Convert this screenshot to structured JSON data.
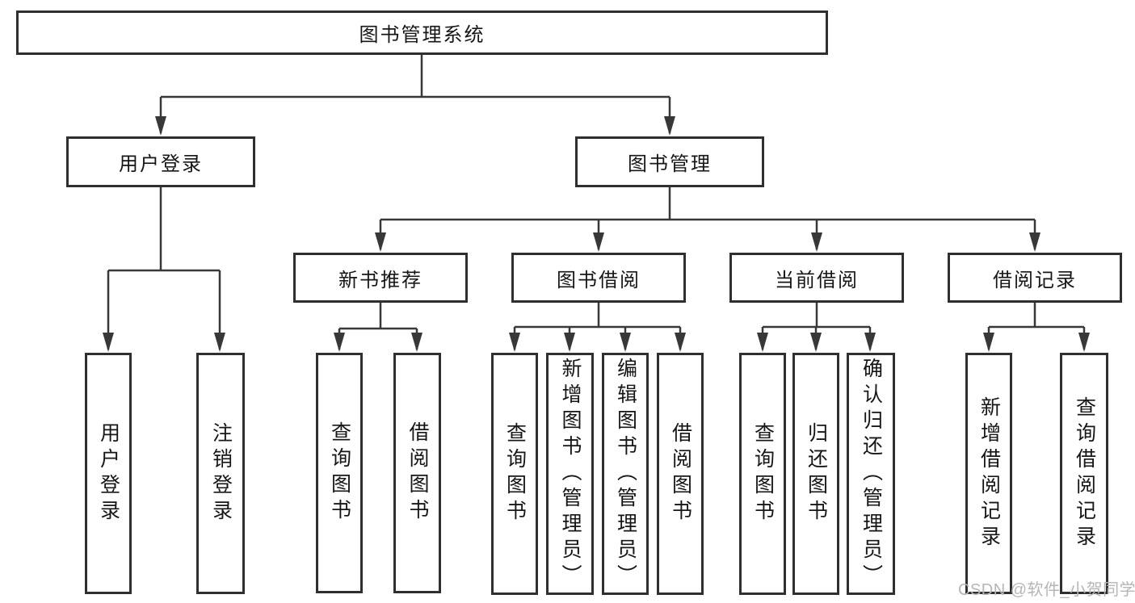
{
  "diagram": {
    "title": "图书管理系统",
    "tree": {
      "root": {
        "label": "图书管理系统"
      },
      "level2": {
        "user_login": {
          "label": "用户登录"
        },
        "book_management": {
          "label": "图书管理"
        }
      },
      "level3": {
        "new_book_recommend": {
          "label": "新书推荐"
        },
        "book_borrowing": {
          "label": "图书借阅"
        },
        "current_borrowing": {
          "label": "当前借阅"
        },
        "borrowing_records": {
          "label": "借阅记录"
        }
      },
      "leaves": {
        "user_login": [
          {
            "label": "用户登录"
          },
          {
            "label": "注销登录"
          }
        ],
        "new_book_recommend": [
          {
            "label": "查询图书"
          },
          {
            "label": "借阅图书"
          }
        ],
        "book_borrowing": [
          {
            "label": "查询图书"
          },
          {
            "label": "新增图书（管理员）"
          },
          {
            "label": "编辑图书（管理员）"
          },
          {
            "label": "借阅图书"
          }
        ],
        "current_borrowing": [
          {
            "label": "查询图书"
          },
          {
            "label": "归还图书"
          },
          {
            "label": "确认归还（管理员）"
          }
        ],
        "borrowing_records": [
          {
            "label": "新增借阅记录"
          },
          {
            "label": "查询借阅记录"
          }
        ]
      }
    },
    "colors": {
      "line": "#383838",
      "box_border": "#2f2f2f",
      "text": "#161616",
      "background": "#ffffff",
      "watermark": "#b6b6b6"
    }
  },
  "watermark": {
    "text": "CSDN @软件_小贺同学"
  }
}
